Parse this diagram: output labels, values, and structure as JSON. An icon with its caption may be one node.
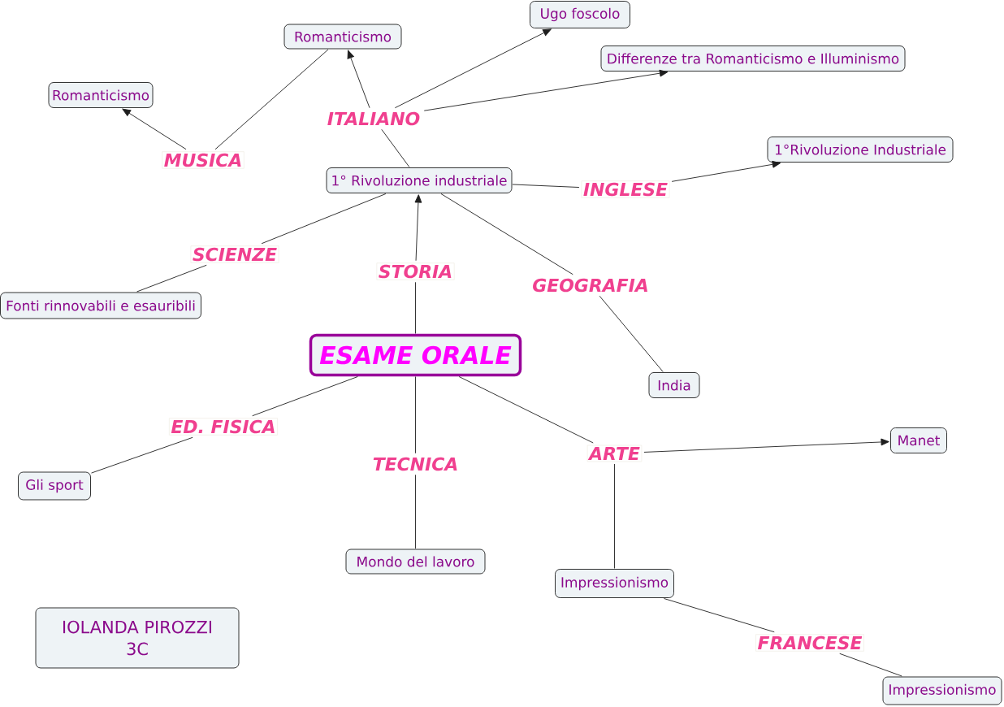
{
  "diagram": {
    "nodes": [
      {
        "text": [
          "Ugo foscolo"
        ]
      },
      {
        "text": [
          "Romanticismo"
        ]
      },
      {
        "text": [
          "Differenze tra Romanticismo e Illuminismo"
        ]
      },
      {
        "text": [
          "Romanticismo"
        ]
      },
      {
        "text": [
          "ITALIANO"
        ]
      },
      {
        "text": [
          "1°Rivoluzione Industriale"
        ]
      },
      {
        "text": [
          "MUSICA"
        ]
      },
      {
        "text": [
          "1° Rivoluzione industriale"
        ]
      },
      {
        "text": [
          "INGLESE"
        ]
      },
      {
        "text": [
          "SCIENZE"
        ]
      },
      {
        "text": [
          "STORIA"
        ]
      },
      {
        "text": [
          "GEOGRAFIA"
        ]
      },
      {
        "text": [
          "Fonti rinnovabili e esauribili"
        ]
      },
      {
        "text": [
          "ESAME ORALE"
        ]
      },
      {
        "text": [
          "India"
        ]
      },
      {
        "text": [
          "ED. FISICA"
        ]
      },
      {
        "text": [
          "Manet"
        ]
      },
      {
        "text": [
          "ARTE"
        ]
      },
      {
        "text": [
          "TECNICA"
        ]
      },
      {
        "text": [
          "Gli sport"
        ]
      },
      {
        "text": [
          "Mondo del lavoro"
        ]
      },
      {
        "text": [
          "Impressionismo"
        ]
      },
      {
        "text": [
          "IOLANDA PIROZZI 3C"
        ]
      },
      {
        "text": [
          "FRANCESE"
        ]
      },
      {
        "text": [
          "Impressionismo"
        ]
      }
    ],
    "edges": [
      {
        "from": 6,
        "to": 3,
        "arrow": "to"
      },
      {
        "from": 1,
        "to": 6,
        "arrow": "none"
      },
      {
        "from": 4,
        "to": 1,
        "arrow": "to"
      },
      {
        "from": 4,
        "to": 0,
        "arrow": "to"
      },
      {
        "from": 4,
        "to": 2,
        "arrow": "to"
      },
      {
        "from": 7,
        "to": 4,
        "arrow": "none"
      },
      {
        "from": 7,
        "to": 8,
        "arrow": "none"
      },
      {
        "from": 8,
        "to": 5,
        "arrow": "to"
      },
      {
        "from": 7,
        "to": 9,
        "arrow": "none"
      },
      {
        "from": 9,
        "to": 12,
        "arrow": "none"
      },
      {
        "from": 10,
        "to": 7,
        "arrow": "to"
      },
      {
        "from": 13,
        "to": 10,
        "arrow": "none"
      },
      {
        "from": 7,
        "to": 11,
        "arrow": "none"
      },
      {
        "from": 11,
        "to": 14,
        "arrow": "none"
      },
      {
        "from": 13,
        "to": 15,
        "arrow": "none"
      },
      {
        "from": 15,
        "to": 19,
        "arrow": "none"
      },
      {
        "from": 13,
        "to": 18,
        "arrow": "none"
      },
      {
        "from": 18,
        "to": 20,
        "arrow": "none"
      },
      {
        "from": 13,
        "to": 17,
        "arrow": "none"
      },
      {
        "from": 17,
        "to": 16,
        "arrow": "to"
      },
      {
        "from": 17,
        "to": 21,
        "arrow": "none"
      },
      {
        "from": 21,
        "to": 23,
        "arrow": "none"
      },
      {
        "from": 23,
        "to": 24,
        "arrow": "none"
      }
    ]
  }
}
